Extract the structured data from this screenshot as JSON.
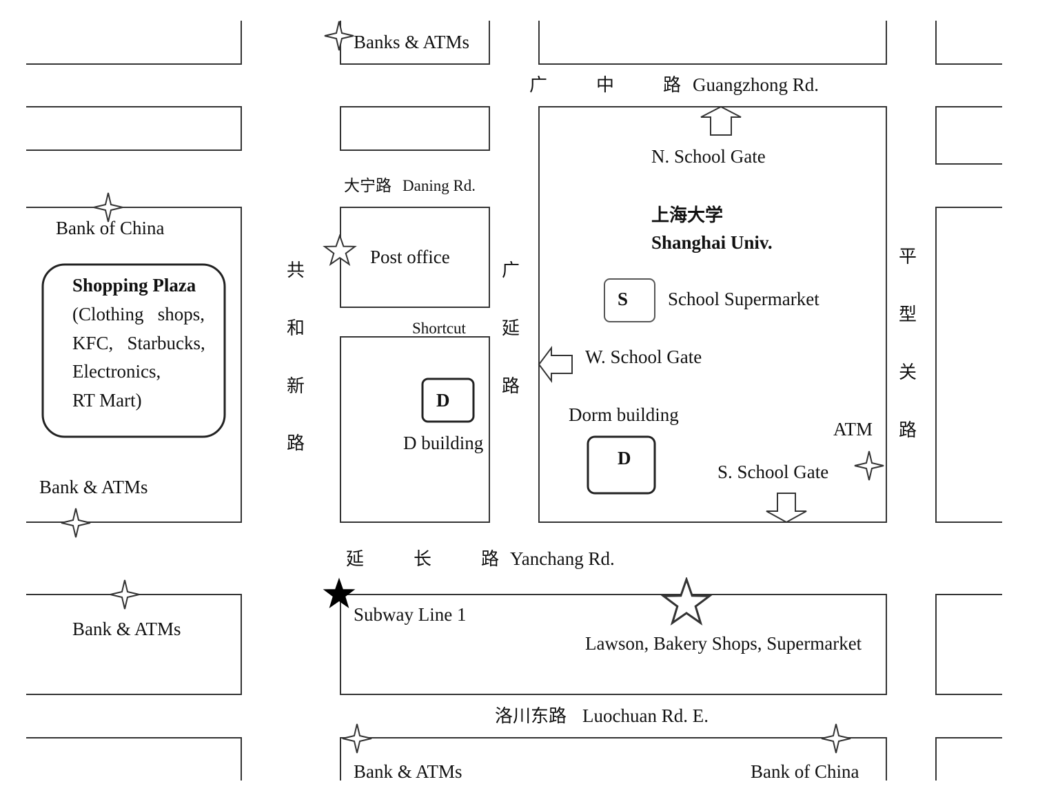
{
  "roads": {
    "guangzhong": {
      "cn": [
        "广",
        "中",
        "路"
      ],
      "en": "Guangzhong Rd."
    },
    "daning": {
      "cn": "大宁路",
      "en": "Daning Rd."
    },
    "gonghexin": [
      "共",
      "和",
      "新",
      "路"
    ],
    "guangyan": [
      "广",
      "延",
      "路"
    ],
    "pingxingguan": [
      "平",
      "型",
      "关",
      "路"
    ],
    "yanchang": {
      "cn": [
        "延",
        "长",
        "路"
      ],
      "en": "Yanchang Rd."
    },
    "luochuan": {
      "cn": "洛川东路",
      "en": "Luochuan Rd. E."
    }
  },
  "places": {
    "banks_atms_top": "Banks & ATMs",
    "bank_of_china_left": "Bank of China",
    "shopping_plaza_title": "Shopping Plaza",
    "shopping_plaza_lines": [
      "(Clothing   shops,",
      "KFC,   Starbucks,",
      "Electronics,",
      "RT Mart)"
    ],
    "bank_atms_left": "Bank & ATMs",
    "bank_atms_left_lower": "Bank & ATMs",
    "post_office": "Post office",
    "shortcut": "Shortcut",
    "d_marker": "D",
    "d_building": "D building",
    "n_school_gate": "N. School Gate",
    "univ_cn": "上海大学",
    "univ_en": "Shanghai Univ.",
    "s_marker": "S",
    "school_supermarket": "School Supermarket",
    "w_school_gate": "W. School Gate",
    "dorm_building": "Dorm building",
    "dorm_marker": "D",
    "atm": "ATM",
    "s_school_gate": "S. School Gate",
    "subway": "Subway Line 1",
    "lawson": "Lawson, Bakery Shops, Supermarket",
    "bank_atms_bottom": "Bank & ATMs",
    "bank_of_china_bottom": "Bank of China"
  }
}
